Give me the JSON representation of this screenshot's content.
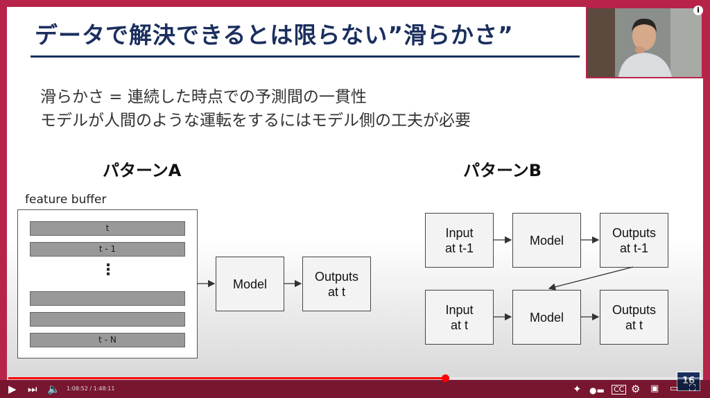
{
  "slide": {
    "title": "データで解決できるとは限らない”滑らかさ”",
    "line1": "滑らかさ = 連続した時点での予測間の一貫性",
    "line2": "モデルが人間のような運転をするにはモデル側の工夫が必要",
    "pattern_a": {
      "label": "パターンA",
      "buffer_label": "feature buffer",
      "slots": [
        "t",
        "t - 1",
        "",
        "",
        "t - N"
      ],
      "dots": "⋮",
      "model": "Model",
      "outputs": "Outputs\nat t"
    },
    "pattern_b": {
      "label": "パターンB",
      "input_prev": "Input\nat t-1",
      "model_prev": "Model",
      "outputs_prev": "Outputs\nat t-1",
      "input_cur": "Input\nat t",
      "model_cur": "Model",
      "outputs_cur": "Outputs\nat t"
    },
    "page_number": "16"
  },
  "player": {
    "time": "1:08:52 / 1:48:11",
    "progress": 0.63,
    "info_icon": "i",
    "colors": {
      "accent": "#ff0000",
      "frame": "#b8234a",
      "title": "#1b2f5e"
    },
    "icons": [
      "play-icon",
      "next-icon",
      "volume-icon",
      "sparkle-icon",
      "autoplay-toggle-icon",
      "captions-icon",
      "settings-icon",
      "miniplayer-icon",
      "theater-icon",
      "fullscreen-icon"
    ]
  }
}
